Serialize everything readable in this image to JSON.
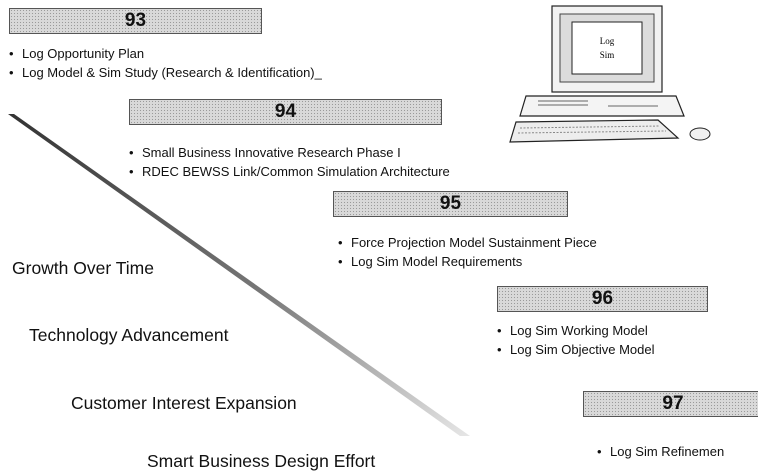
{
  "timeline": [
    {
      "year": "93",
      "items": [
        "Log Opportunity Plan",
        "Log Model & Sim Study (Research & Identification)_"
      ]
    },
    {
      "year": "94",
      "items": [
        "Small Business Innovative Research Phase I",
        "RDEC BEWSS Link/Common Simulation Architecture"
      ]
    },
    {
      "year": "95",
      "items": [
        "Force Projection Model Sustainment Piece",
        "Log Sim Model Requirements"
      ]
    },
    {
      "year": "96",
      "items": [
        "Log Sim Working Model",
        "Log Sim Objective Model"
      ]
    },
    {
      "year": "97",
      "items": [
        "Log Sim Refinemen"
      ]
    }
  ],
  "themes": [
    "Growth Over Time",
    "Technology Advancement",
    "Customer Interest Expansion",
    "Smart Business Design Effort"
  ],
  "computer": {
    "screen_line1": "Log",
    "screen_line2": "Sim",
    "icon": "desktop-computer-icon"
  }
}
